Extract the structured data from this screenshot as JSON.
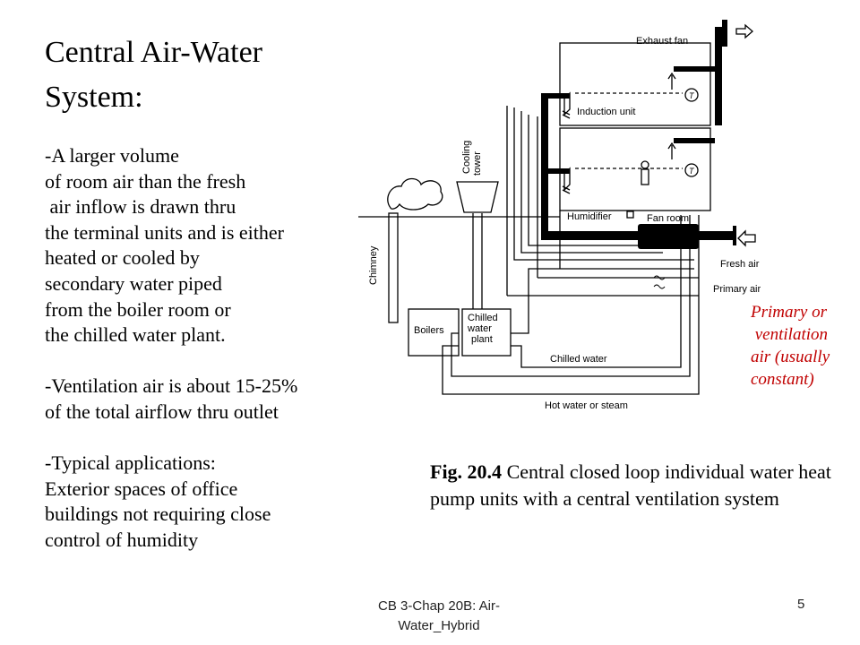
{
  "slide": {
    "title": "Central Air-Water System:",
    "body": "-A larger volume\nof room air than the fresh\n air inflow is drawn thru\nthe terminal units and is either\nheated or cooled by\nsecondary water piped\nfrom the boiler room or\nthe chilled water plant.\n\n-Ventilation air is about 15-25%\nof the total airflow thru outlet\n\n-Typical applications:\nExterior spaces of office\nbuildings not requiring close\ncontrol of humidity",
    "note": "Primary or\n ventilation\nair (usually\nconstant)",
    "footer": "CB 3-Chap 20B: Air-\nWater_Hybrid",
    "page_number": "5"
  },
  "figure": {
    "caption_bold": "Fig. 20.4",
    "caption_text": " Central closed loop individual water heat pump units with a central ventilation system",
    "labels": {
      "exhaust_fan": "Exhaust fan",
      "induction_unit": "Induction unit",
      "cooling": "Cooling",
      "tower": "tower",
      "humidifier": "Humidifier",
      "fan_room": "Fan room",
      "fresh_air": "Fresh air",
      "primary_air": "Primary air",
      "chimney": "Chimney",
      "boilers": "Boilers",
      "chilled": "Chilled",
      "water": "water",
      "plant": "plant",
      "chilled_water": "Chilled water",
      "hot_water": "Hot water or steam",
      "thermostat": "T"
    }
  }
}
